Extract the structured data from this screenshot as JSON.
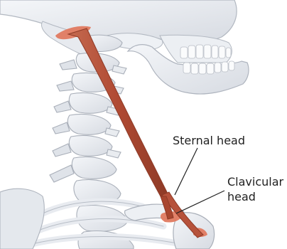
{
  "labels": {
    "sternal_head": "Sternal head",
    "clavicular_head_line1": "Clavicular",
    "clavicular_head_line2": "head"
  },
  "colors": {
    "bone_fill": "#e6e9ee",
    "bone_light": "#f3f5f8",
    "bone_outline": "#aeb4be",
    "bone_shadow": "#c9ced6",
    "muscle": "#b9553d",
    "muscle_dark": "#8e3a26",
    "attachment": "#e07a60",
    "leader_line": "#222222"
  }
}
